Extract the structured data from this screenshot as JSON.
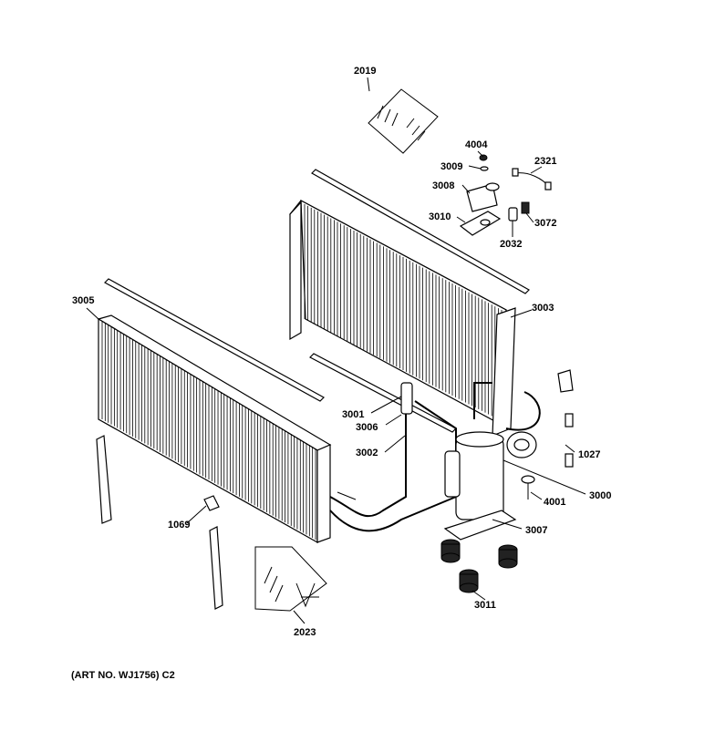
{
  "diagram": {
    "labels": {
      "p2019": "2019",
      "p4004": "4004",
      "p3009": "3009",
      "p2321": "2321",
      "p3008": "3008",
      "p3010": "3010",
      "p3072": "3072",
      "p2032": "2032",
      "p3005": "3005",
      "p3003": "3003",
      "p3001": "3001",
      "p3006": "3006",
      "p3002": "3002",
      "p1027": "1027",
      "p3000": "3000",
      "p4001": "4001",
      "p1069": "1069",
      "p3007": "3007",
      "p3011": "3011",
      "p2023": "2023"
    },
    "caption": "(ART NO. WJ1756) C2"
  }
}
